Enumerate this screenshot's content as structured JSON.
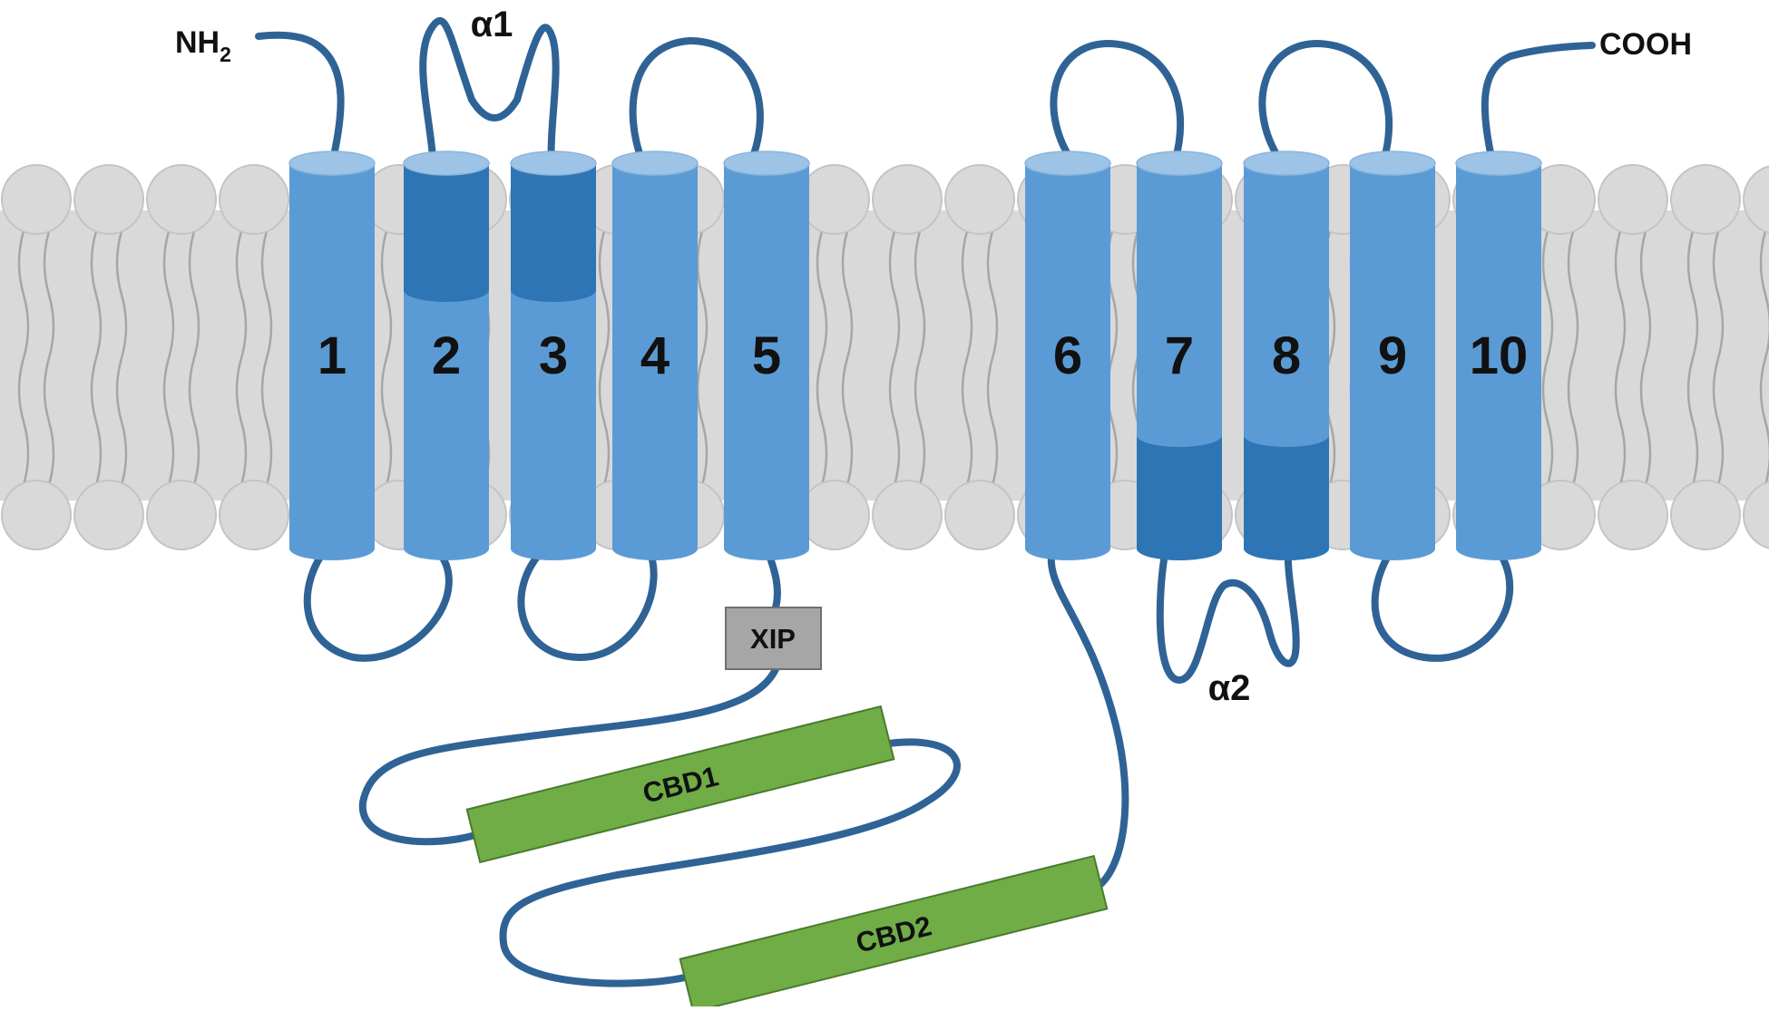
{
  "terminals": {
    "n_label": "NH",
    "n_sub": "2",
    "c_label": "COOH"
  },
  "helices": [
    "1",
    "2",
    "3",
    "4",
    "5",
    "6",
    "7",
    "8",
    "9",
    "10"
  ],
  "reentrant_loops": {
    "alpha1": "α1",
    "alpha2": "α2"
  },
  "regulatory": {
    "xip": "XIP",
    "cbd1": "CBD1",
    "cbd2": "CBD2"
  },
  "colors": {
    "helix_body": "#5b9bd5",
    "helix_top": "#9dc3e6",
    "helix_dark": "#2e75b6",
    "loop_line": "#2f6396",
    "membrane_band": "#d9d9d9",
    "lipid_head": "#d9d9d9",
    "lipid_tail": "#a6a6a6",
    "xip_box": "#a6a6a6",
    "cbd_box": "#70ad47"
  }
}
